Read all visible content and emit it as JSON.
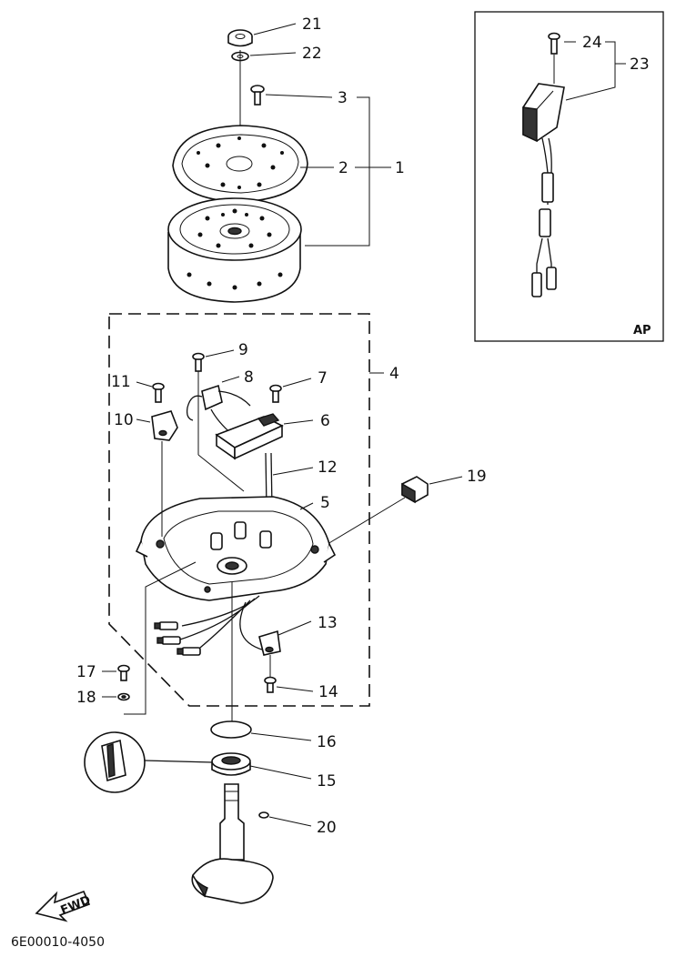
{
  "labels": {
    "p1": "1",
    "p2": "2",
    "p3": "3",
    "p4": "4",
    "p5": "5",
    "p6": "6",
    "p7": "7",
    "p8": "8",
    "p9": "9",
    "p10": "10",
    "p11": "11",
    "p12": "12",
    "p13": "13",
    "p14": "14",
    "p15": "15",
    "p16": "16",
    "p17": "17",
    "p18": "18",
    "p19": "19",
    "p20": "20",
    "p21": "21",
    "p22": "22",
    "p23": "23",
    "p24": "24"
  },
  "inset": {
    "tag": "AP"
  },
  "direction": {
    "text": "FWD"
  },
  "drawing_code": "6E00010-4050"
}
